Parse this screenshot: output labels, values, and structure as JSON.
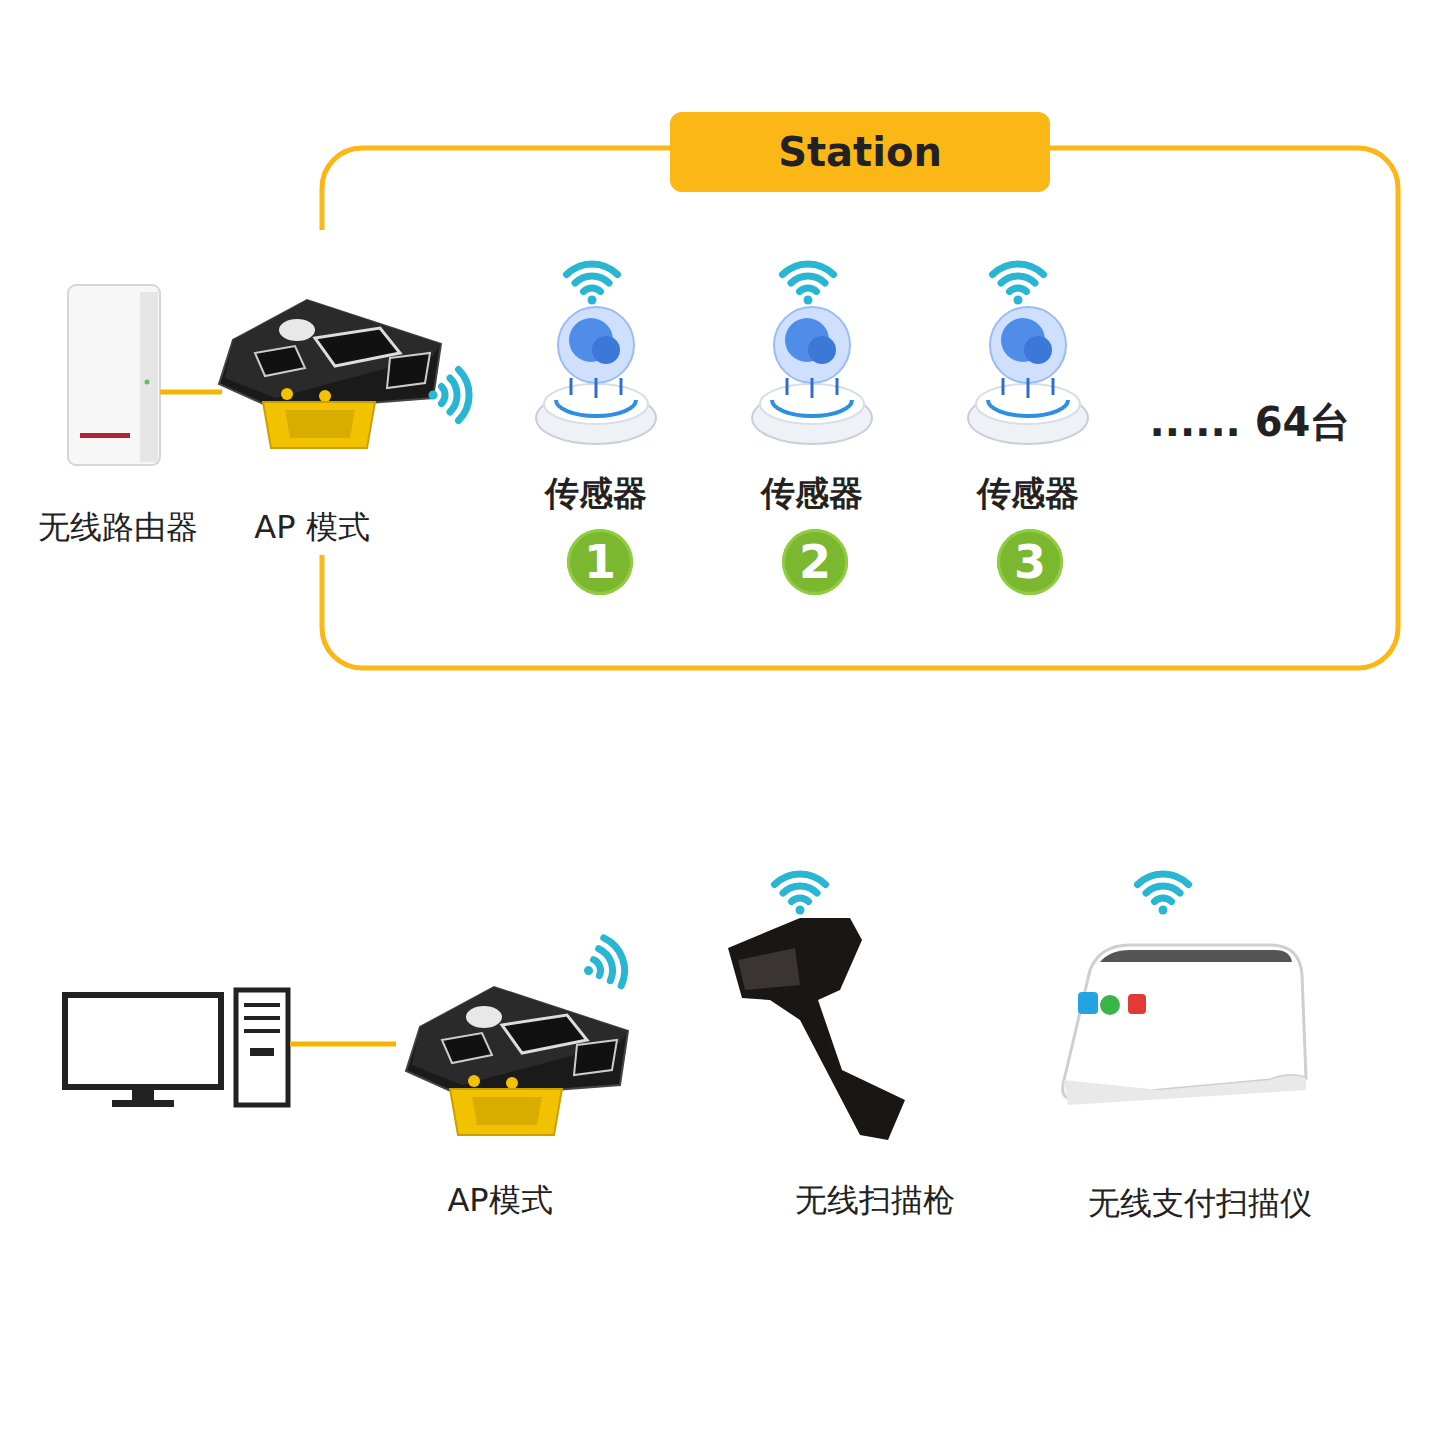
{
  "diagram": {
    "nodes": [
      {
        "text": [
          "Station"
        ]
      },
      {
        "text": [
          "1"
        ],
        "in": 0
      },
      {
        "text": [
          "2"
        ],
        "in": 0
      },
      {
        "text": [
          "3"
        ],
        "in": 0
      }
    ],
    "labels": [
      "无线路由器",
      "AP 模式",
      "传感器",
      "传感器",
      "传感器",
      "...... 64台",
      "AP模式",
      "无线扫描枪",
      "无线支付扫描仪"
    ]
  }
}
